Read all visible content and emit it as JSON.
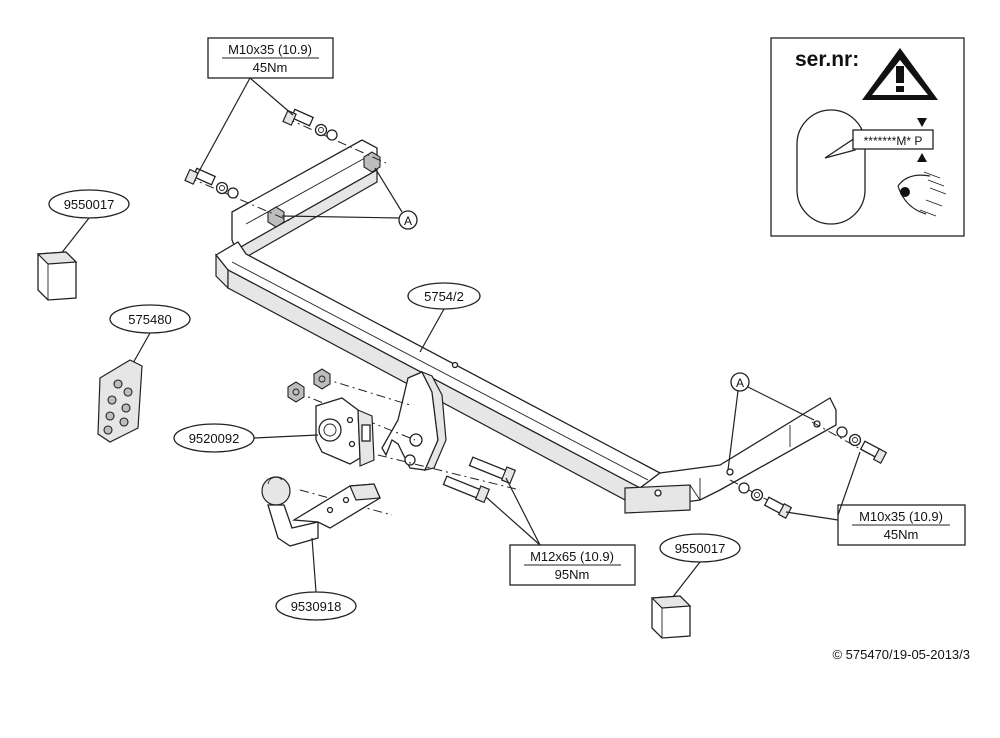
{
  "callouts": {
    "crossbar": "5754/2",
    "spacer_top_left": "9550017",
    "spacer_bottom": "9550017",
    "electrical_plate": "575480",
    "ball_mount_bracket": "9520092",
    "tow_ball": "9530918"
  },
  "specs": {
    "bolt_top_left": {
      "bolt": "M10x35 (10.9)",
      "torque": "45Nm"
    },
    "bolt_right": {
      "bolt": "M10x35 (10.9)",
      "torque": "45Nm"
    },
    "bolt_center": {
      "bolt": "M12x65 (10.9)",
      "torque": "95Nm"
    }
  },
  "markers": {
    "point_a_top": "A",
    "point_a_right": "A"
  },
  "serial_box": {
    "title": "ser.nr:",
    "code": "*******M* P",
    "warning_icon": "warning-triangle-icon",
    "eye_icon": "eye-icon"
  },
  "footer": {
    "copyright": "© 575470/19-05-2013/3"
  }
}
